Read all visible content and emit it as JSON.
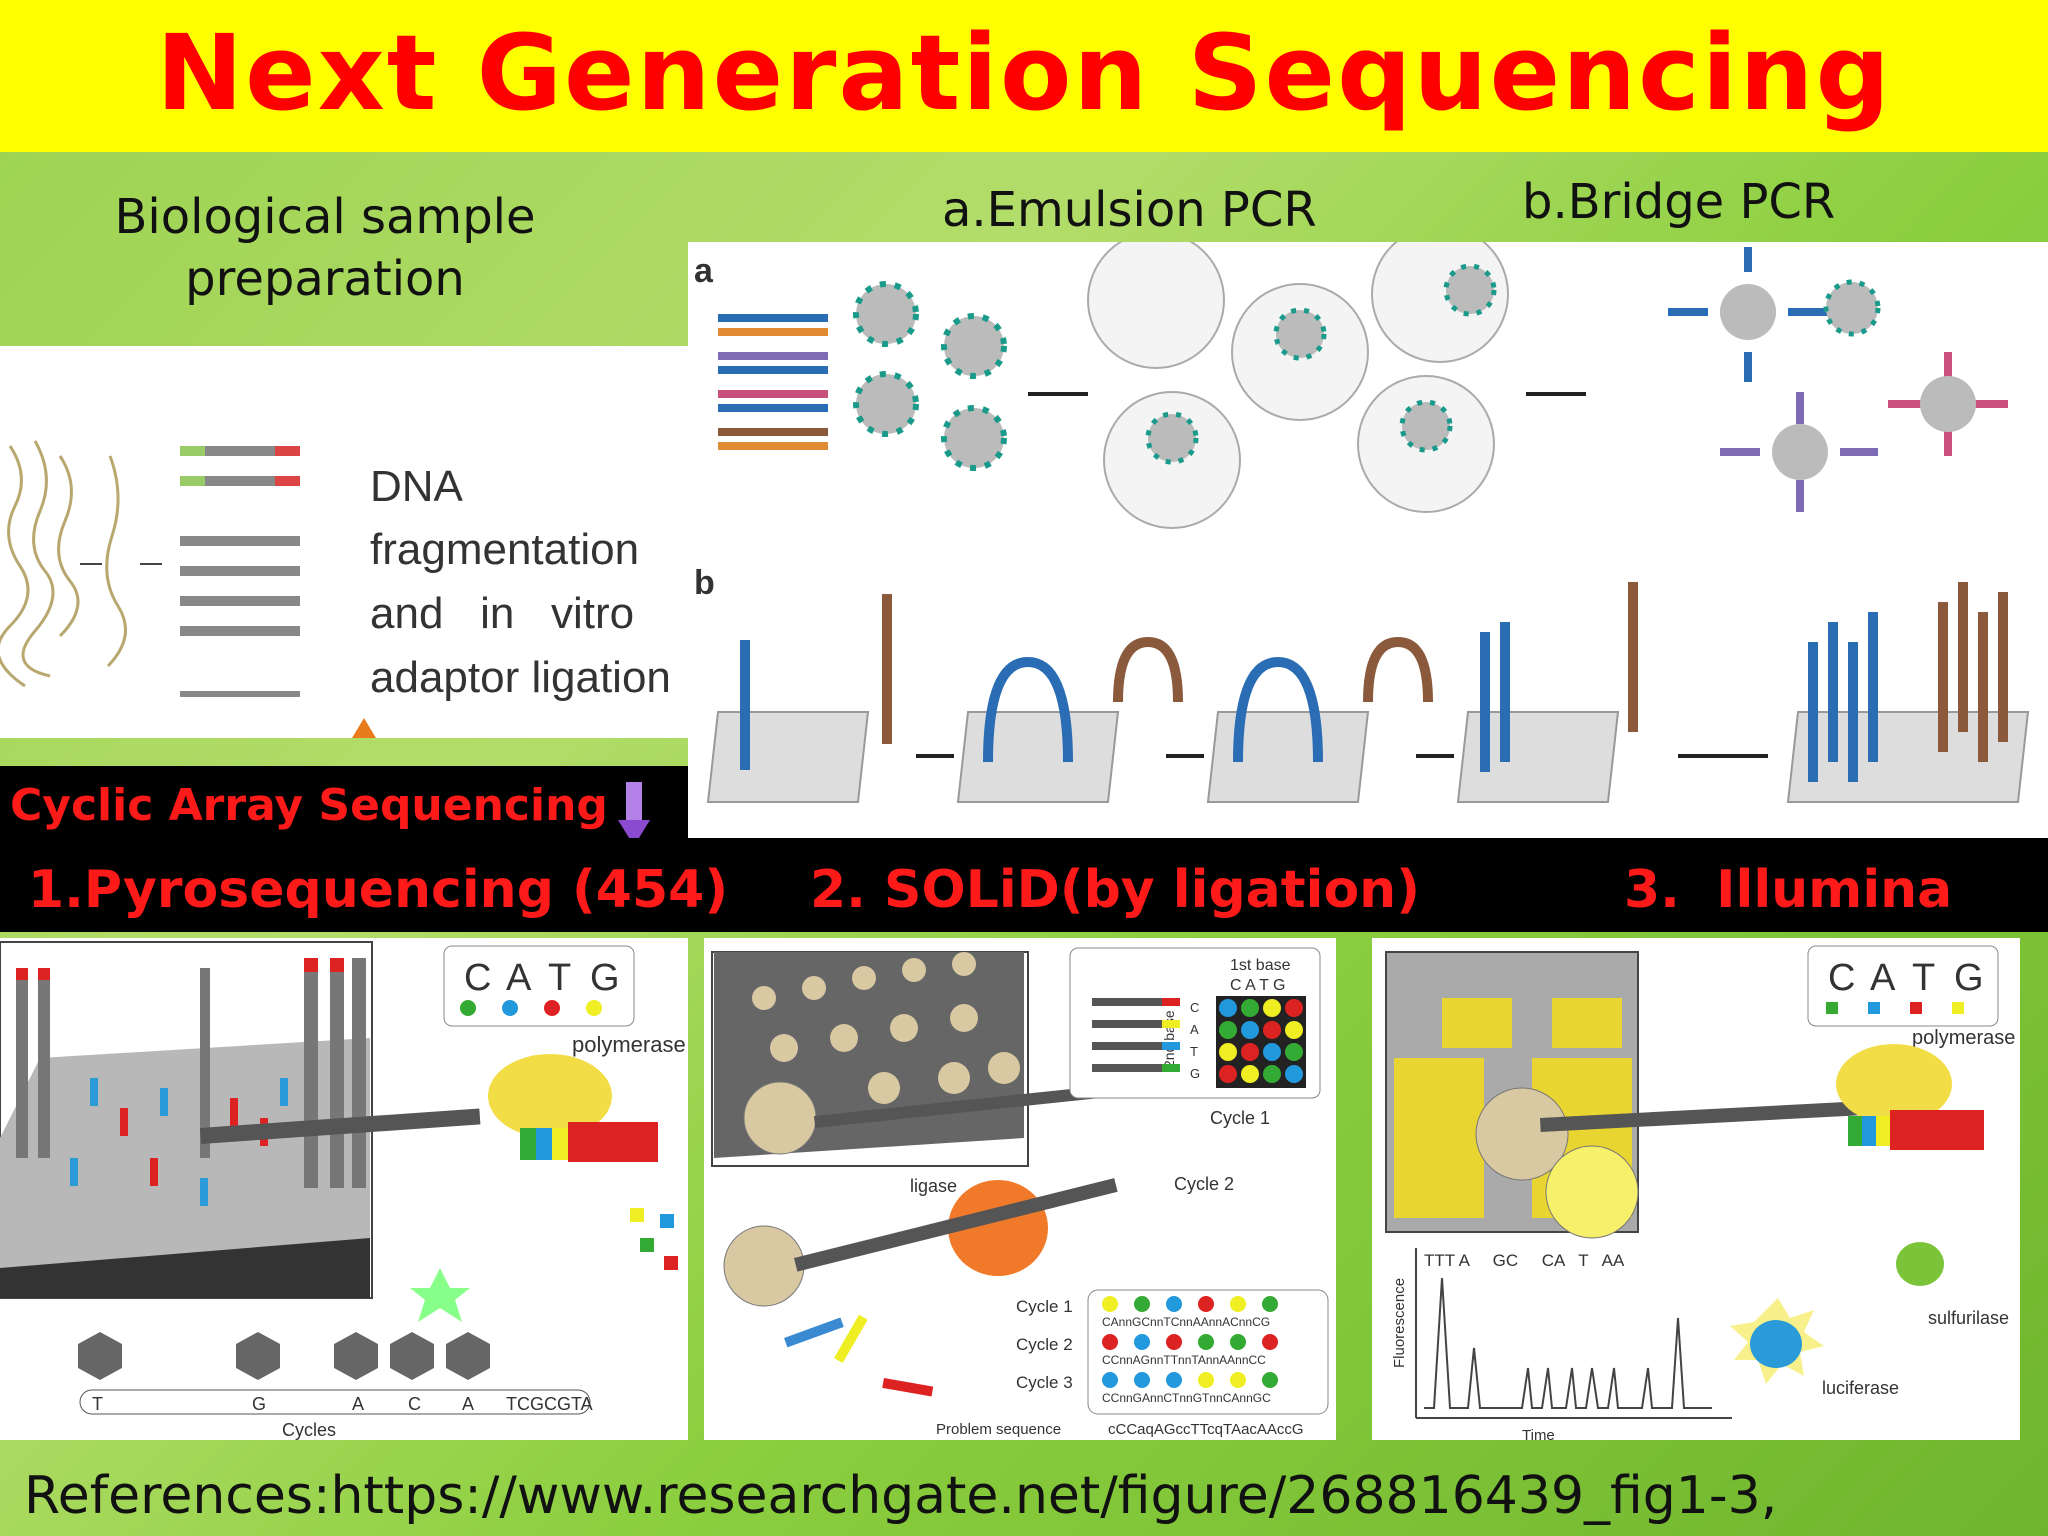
{
  "title": "Next Generation Sequencing",
  "captions": {
    "sample_prep": "Biological sample preparation",
    "emulsion": "a.Emulsion PCR",
    "bridge": "b.Bridge PCR"
  },
  "prep_panel": {
    "text_lines": [
      "DNA",
      "fragmentation",
      "and   in   vitro",
      "adaptor ligation"
    ]
  },
  "pcr_panel": {
    "label_a": "a",
    "label_b": "b"
  },
  "cyclic": {
    "label": "Cyclic Array Sequencing"
  },
  "methods": {
    "pyro": "1.Pyrosequencing (454)",
    "solid": "2. SOLiD(by ligation)",
    "illumina": "3.  Illumina"
  },
  "pyro_panel": {
    "bases": [
      "C",
      "A",
      "T",
      "G"
    ],
    "polymerase": "polymerase",
    "cycle_letters": [
      "T",
      "G",
      "A",
      "C",
      "A",
      "TCGCGTA"
    ],
    "cycles": "Cycles"
  },
  "solid_panel": {
    "first_base": "1st base",
    "first_base_letters": "C A T G",
    "second_base": "2nd base",
    "second_base_letters": [
      "C",
      "A",
      "T",
      "G"
    ],
    "cycle1": "Cycle 1",
    "cycle2": "Cycle 2",
    "ligase": "ligase",
    "cycle_rows": [
      "Cycle 1",
      "Cycle 2",
      "Cycle 3"
    ],
    "seq_rows": [
      "CAnnGCnnTCnnAAnnACnnCG",
      "CCnnAGnnTTnnTAnnAAnnCC",
      "CCnnGAnnCTnnGTnnCAnnGC"
    ],
    "problem": "Problem sequence",
    "problem_seq": "cCCaqAGccTTcqTAacAAccG"
  },
  "illumina_panel": {
    "bases": [
      "C",
      "A",
      "T",
      "G"
    ],
    "polymerase": "polymerase",
    "peaks": "TTT A     GC     CA   T   AA",
    "fluorescence": "Fluorescence",
    "time": "Time",
    "sulfurilase": "sulfurilase",
    "luciferase": "luciferase"
  },
  "reference": "References:https://www.researchgate.net/figure/268816439_fig1-3,",
  "colors": {
    "title_bg": "#ffff00",
    "title_text": "#ff0000",
    "method_text": "#ff1a1a"
  }
}
